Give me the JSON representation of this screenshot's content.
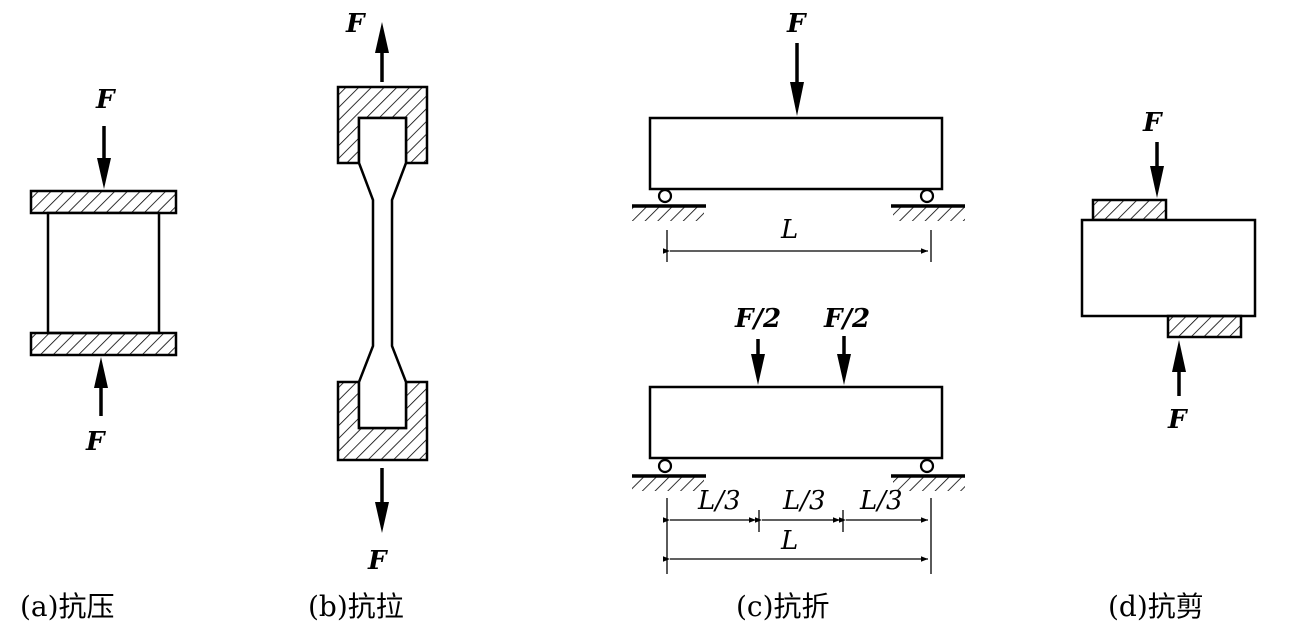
{
  "panels": {
    "a": {
      "caption": "(a)抗压",
      "force_top": "F",
      "force_bottom": "F"
    },
    "b": {
      "caption": "(b)抗拉",
      "force_top": "F",
      "force_bottom": "F"
    },
    "c": {
      "caption": "(c)抗折",
      "top_beam": {
        "force": "F",
        "span": "L"
      },
      "bottom_beam": {
        "force_left": "F/2",
        "force_right": "F/2",
        "third_1": "L/3",
        "third_2": "L/3",
        "third_3": "L/3",
        "span": "L"
      }
    },
    "d": {
      "caption": "(d)抗剪",
      "force_top": "F",
      "force_bottom": "F"
    }
  }
}
